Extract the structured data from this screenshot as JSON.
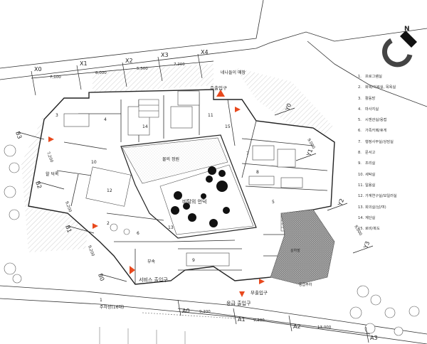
{
  "north_mark": "N",
  "grid_axes": {
    "top": [
      "X0",
      "X1",
      "X2",
      "X3",
      "X4"
    ],
    "top_dims": [
      "7,100",
      "8,000",
      "5,500",
      "7,200"
    ],
    "right": [
      "Y0",
      "Y1",
      "Y2",
      "Y3"
    ],
    "right_dims": [
      "9,000",
      "9,000"
    ],
    "left": [
      "B3",
      "B2",
      "B1",
      "B0"
    ],
    "left_dims": [
      "7,200",
      "9,200",
      "9,200"
    ],
    "bottom": [
      "A0",
      "A1",
      "A2",
      "A3"
    ],
    "bottom_dims": [
      "9,200",
      "9,200",
      "13,000"
    ]
  },
  "room_numbers": [
    "1",
    "2",
    "3",
    "4",
    "5",
    "6",
    "7",
    "8",
    "9",
    "10",
    "11",
    "12",
    "13",
    "14",
    "15"
  ],
  "plan_labels": {
    "street_top": "네나들이 매장",
    "main_entrance": "주출입구",
    "water_garden": "물의 정원",
    "hill": "비탈의 언덕",
    "wall_deck": "왈 덕록",
    "annex": "부속",
    "service_entrance": "서비스 출입구",
    "emergency_entrance": "응급 출입구",
    "hospice_entrance": "부출입구",
    "loading": "상차장",
    "parking_left": "주차장(16대)",
    "parking_right": "응급주차"
  },
  "legend": [
    {
      "num": "1.",
      "label": "프로그램실"
    },
    {
      "num": "2.",
      "label": "화목/의료실, 목욕실"
    },
    {
      "num": "3.",
      "label": "활동방"
    },
    {
      "num": "4.",
      "label": "마사지실"
    },
    {
      "num": "5.",
      "label": "시젠관실/응접"
    },
    {
      "num": "6.",
      "label": "가족카페/휴게"
    },
    {
      "num": "7.",
      "label": "행정사무실/상담실"
    },
    {
      "num": "8.",
      "label": "문서고"
    },
    {
      "num": "9.",
      "label": "조리실"
    },
    {
      "num": "10.",
      "label": "세탁실"
    },
    {
      "num": "11.",
      "label": "일용실"
    },
    {
      "num": "12.",
      "label": "가계연구실/보일러실"
    },
    {
      "num": "13.",
      "label": "회의실(남/여)"
    },
    {
      "num": "14.",
      "label": "계단실"
    },
    {
      "num": "15.",
      "label": "로비/복도"
    }
  ],
  "colors": {
    "accent_marker": "#e8491d",
    "line": "#222222",
    "site_hatch": "#bbbbbb",
    "paving": "#9a9a9a",
    "tree": "#111111"
  }
}
